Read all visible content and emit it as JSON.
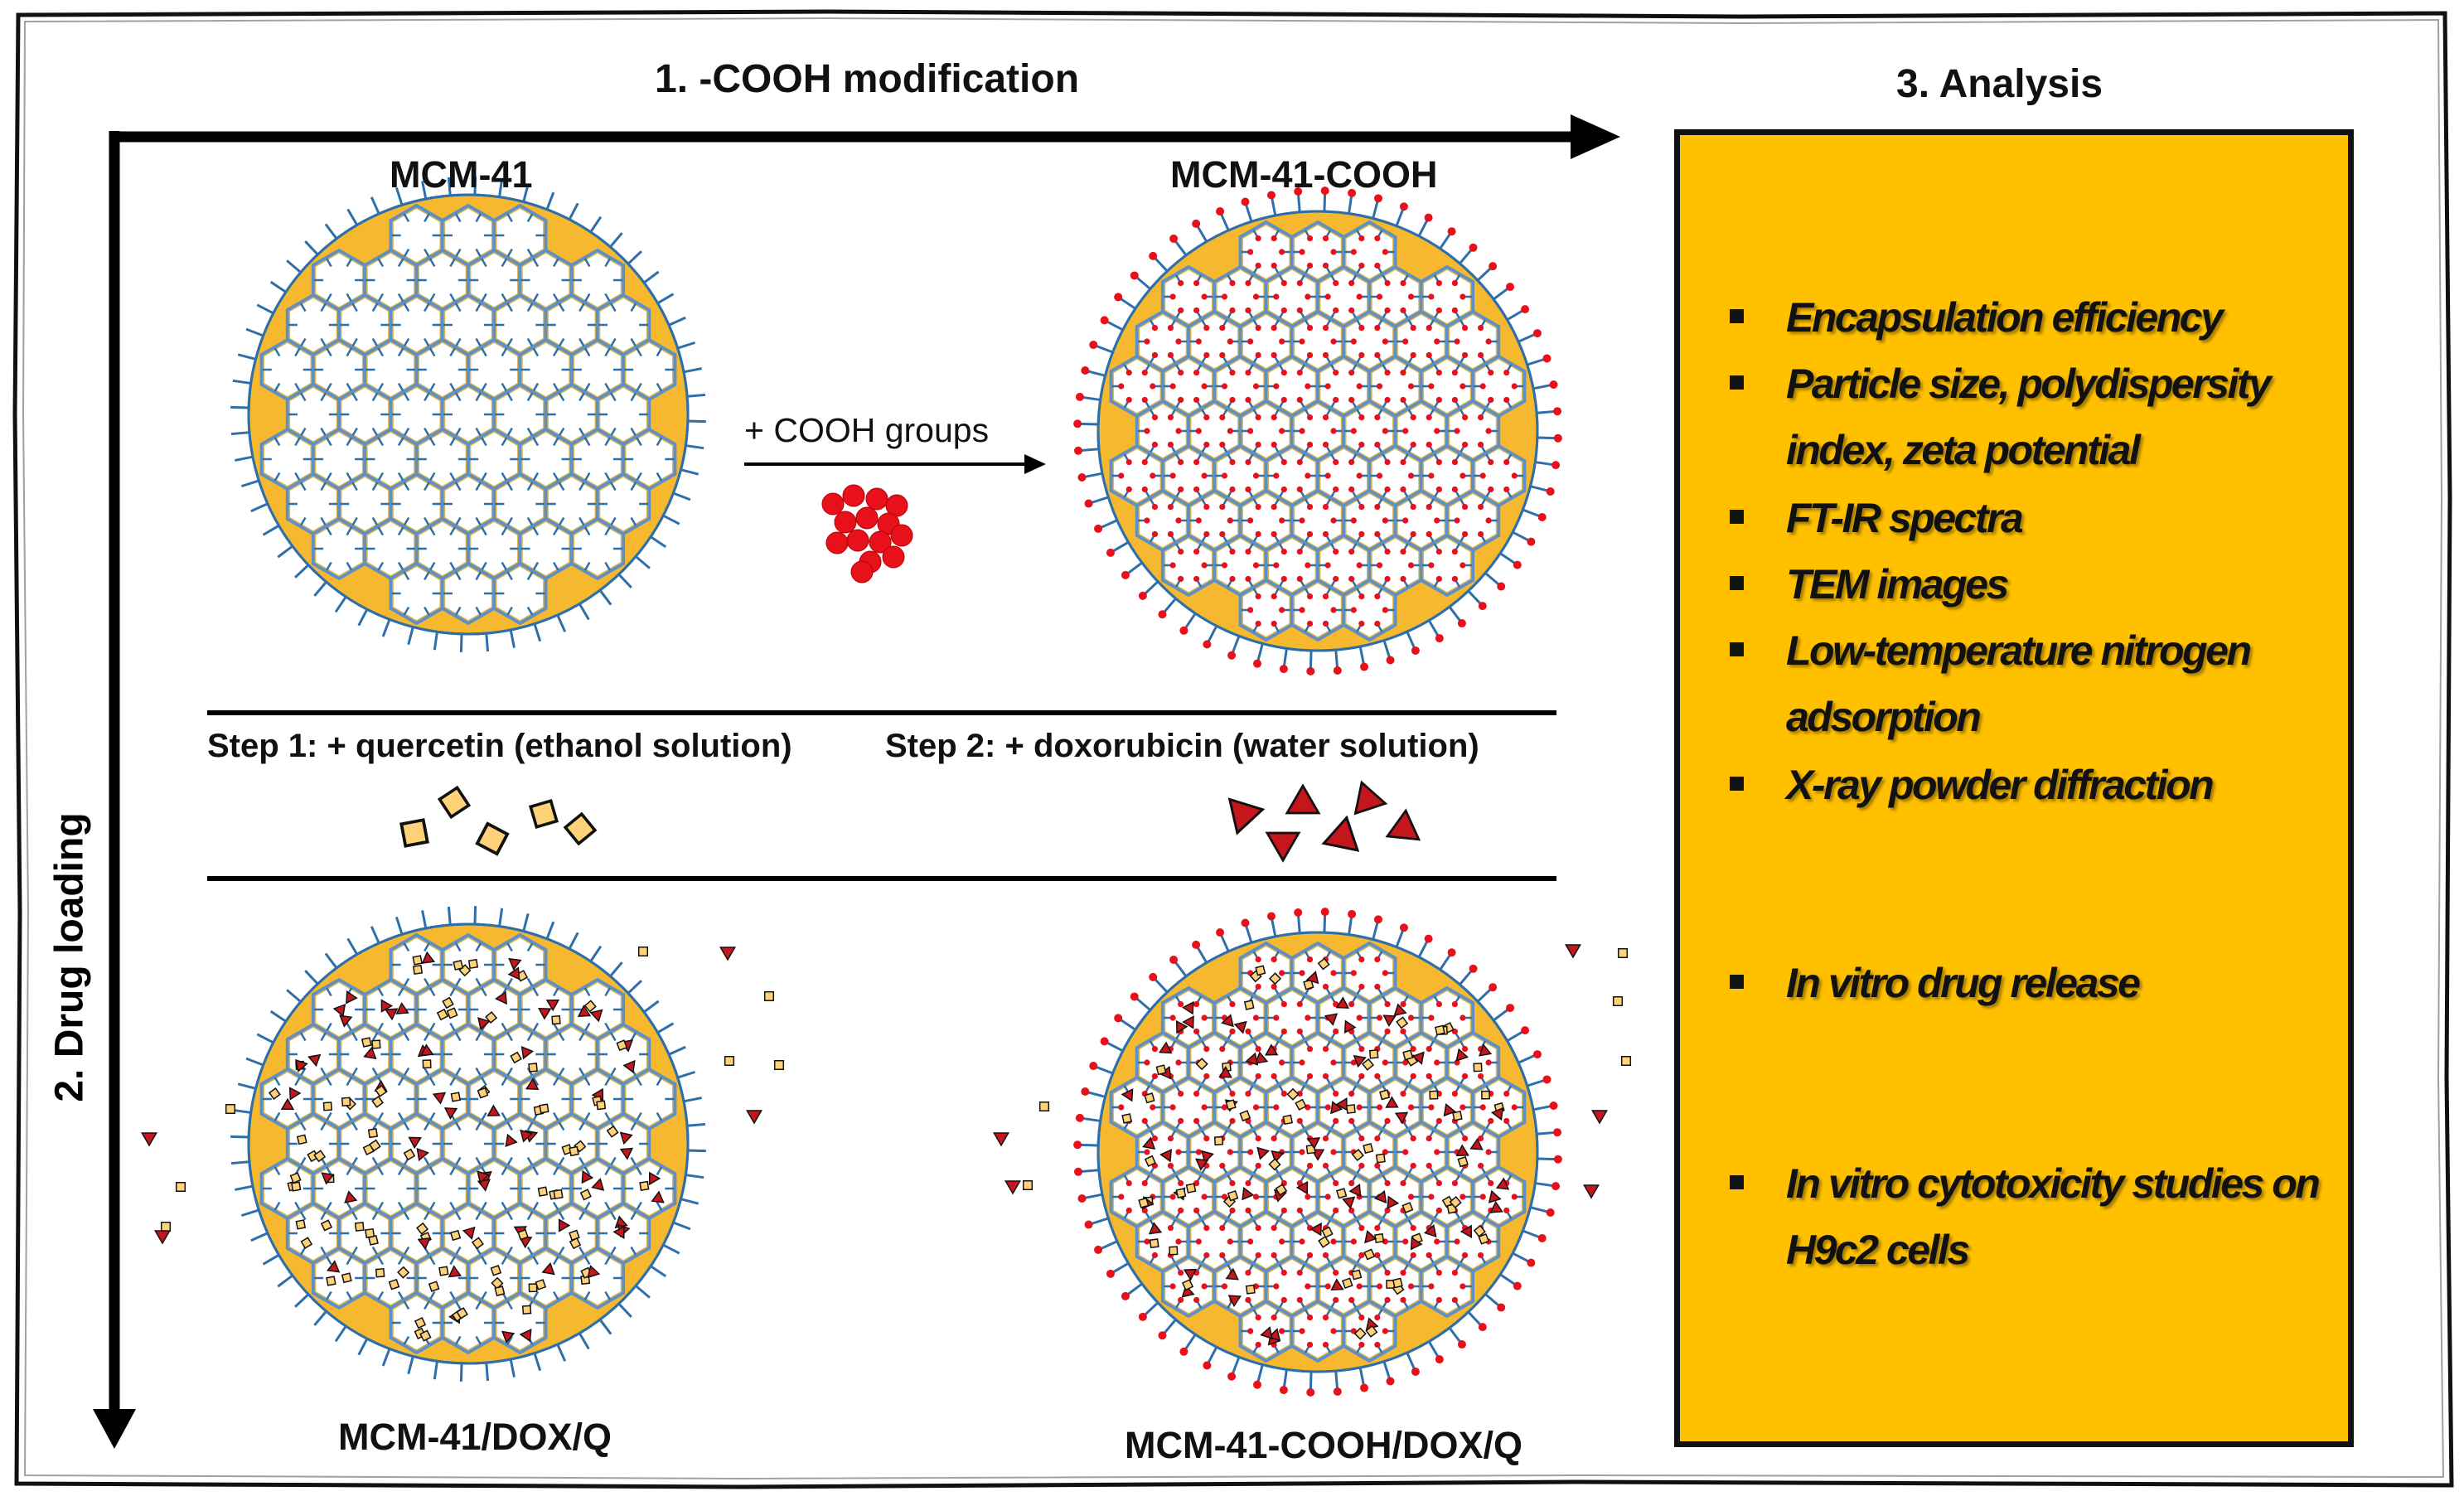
{
  "diagram": {
    "axis_top_label": "1. -COOH modification",
    "axis_left_label": "2. Drug loading",
    "analysis_title": "3. Analysis",
    "particles": {
      "mcm41": "MCM-41",
      "mcm41_cooh": "MCM-41-COOH",
      "mcm41_dox_q": "MCM-41/DOX/Q",
      "mcm41_cooh_dox_q": "MCM-41-COOH/DOX/Q"
    },
    "cooh_arrow_label": "+ COOH groups",
    "step1_label": "Step 1: + quercetin (ethanol solution)",
    "step2_label": "Step 2: + doxorubicin (water solution)",
    "analysis_items": [
      "Encapsulation efficiency",
      "Particle size, polydispersity index, zeta potential",
      "FT-IR spectra",
      "TEM images",
      "Low-temperature nitrogen adsorption",
      "X-ray powder diffraction",
      "In vitro drug release",
      "In vitro cytotoxicity studies on H9c2 cells"
    ],
    "colors": {
      "particle_fill": "#F5B82E",
      "pore_edge": "#2E6FAA",
      "cooh_red": "#E8101A",
      "quercetin_yellow": "#FFD27A",
      "doxorubicin_red": "#C4161C",
      "analysis_fill": "#FFC000"
    }
  }
}
